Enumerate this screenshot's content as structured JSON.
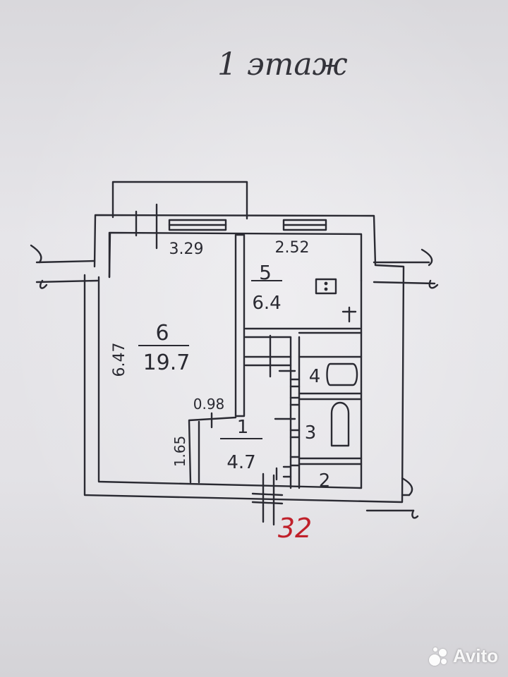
{
  "floor_title": "1 этаж",
  "unit_number": "32",
  "rooms": [
    {
      "id": "6",
      "area": "19.7"
    },
    {
      "id": "5",
      "area": "6.4"
    },
    {
      "id": "1",
      "area": "4.7"
    },
    {
      "id": "4"
    },
    {
      "id": "3"
    },
    {
      "id": "2"
    }
  ],
  "dimensions": {
    "room6_width": "3.29",
    "room5_width": "2.52",
    "room6_length": "6.47",
    "hall_width": "0.98",
    "hall_length": "1.65"
  },
  "watermark": {
    "brand": "Avito"
  },
  "colors": {
    "ink": "#2a2a32",
    "unit_number": "#c0202a",
    "paper": "#e4e3e7"
  }
}
